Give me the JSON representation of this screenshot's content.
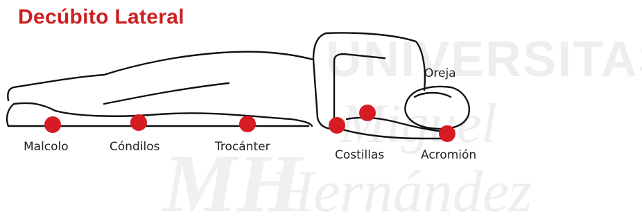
{
  "title": "Decúbito Lateral",
  "accent_color": "#cc1f1f",
  "point_color": "#d61c22",
  "watermark": {
    "line1": "UNIVERSITAS",
    "line2": "Miguel",
    "line3": "Hernández",
    "logo_letters": "MH"
  },
  "labels": {
    "malcolo": "Malcolo",
    "condilos": "Cóndilos",
    "trocanter": "Trocánter",
    "costillas": "Costillas",
    "acromion": "Acromión",
    "oreja": "Oreja"
  }
}
